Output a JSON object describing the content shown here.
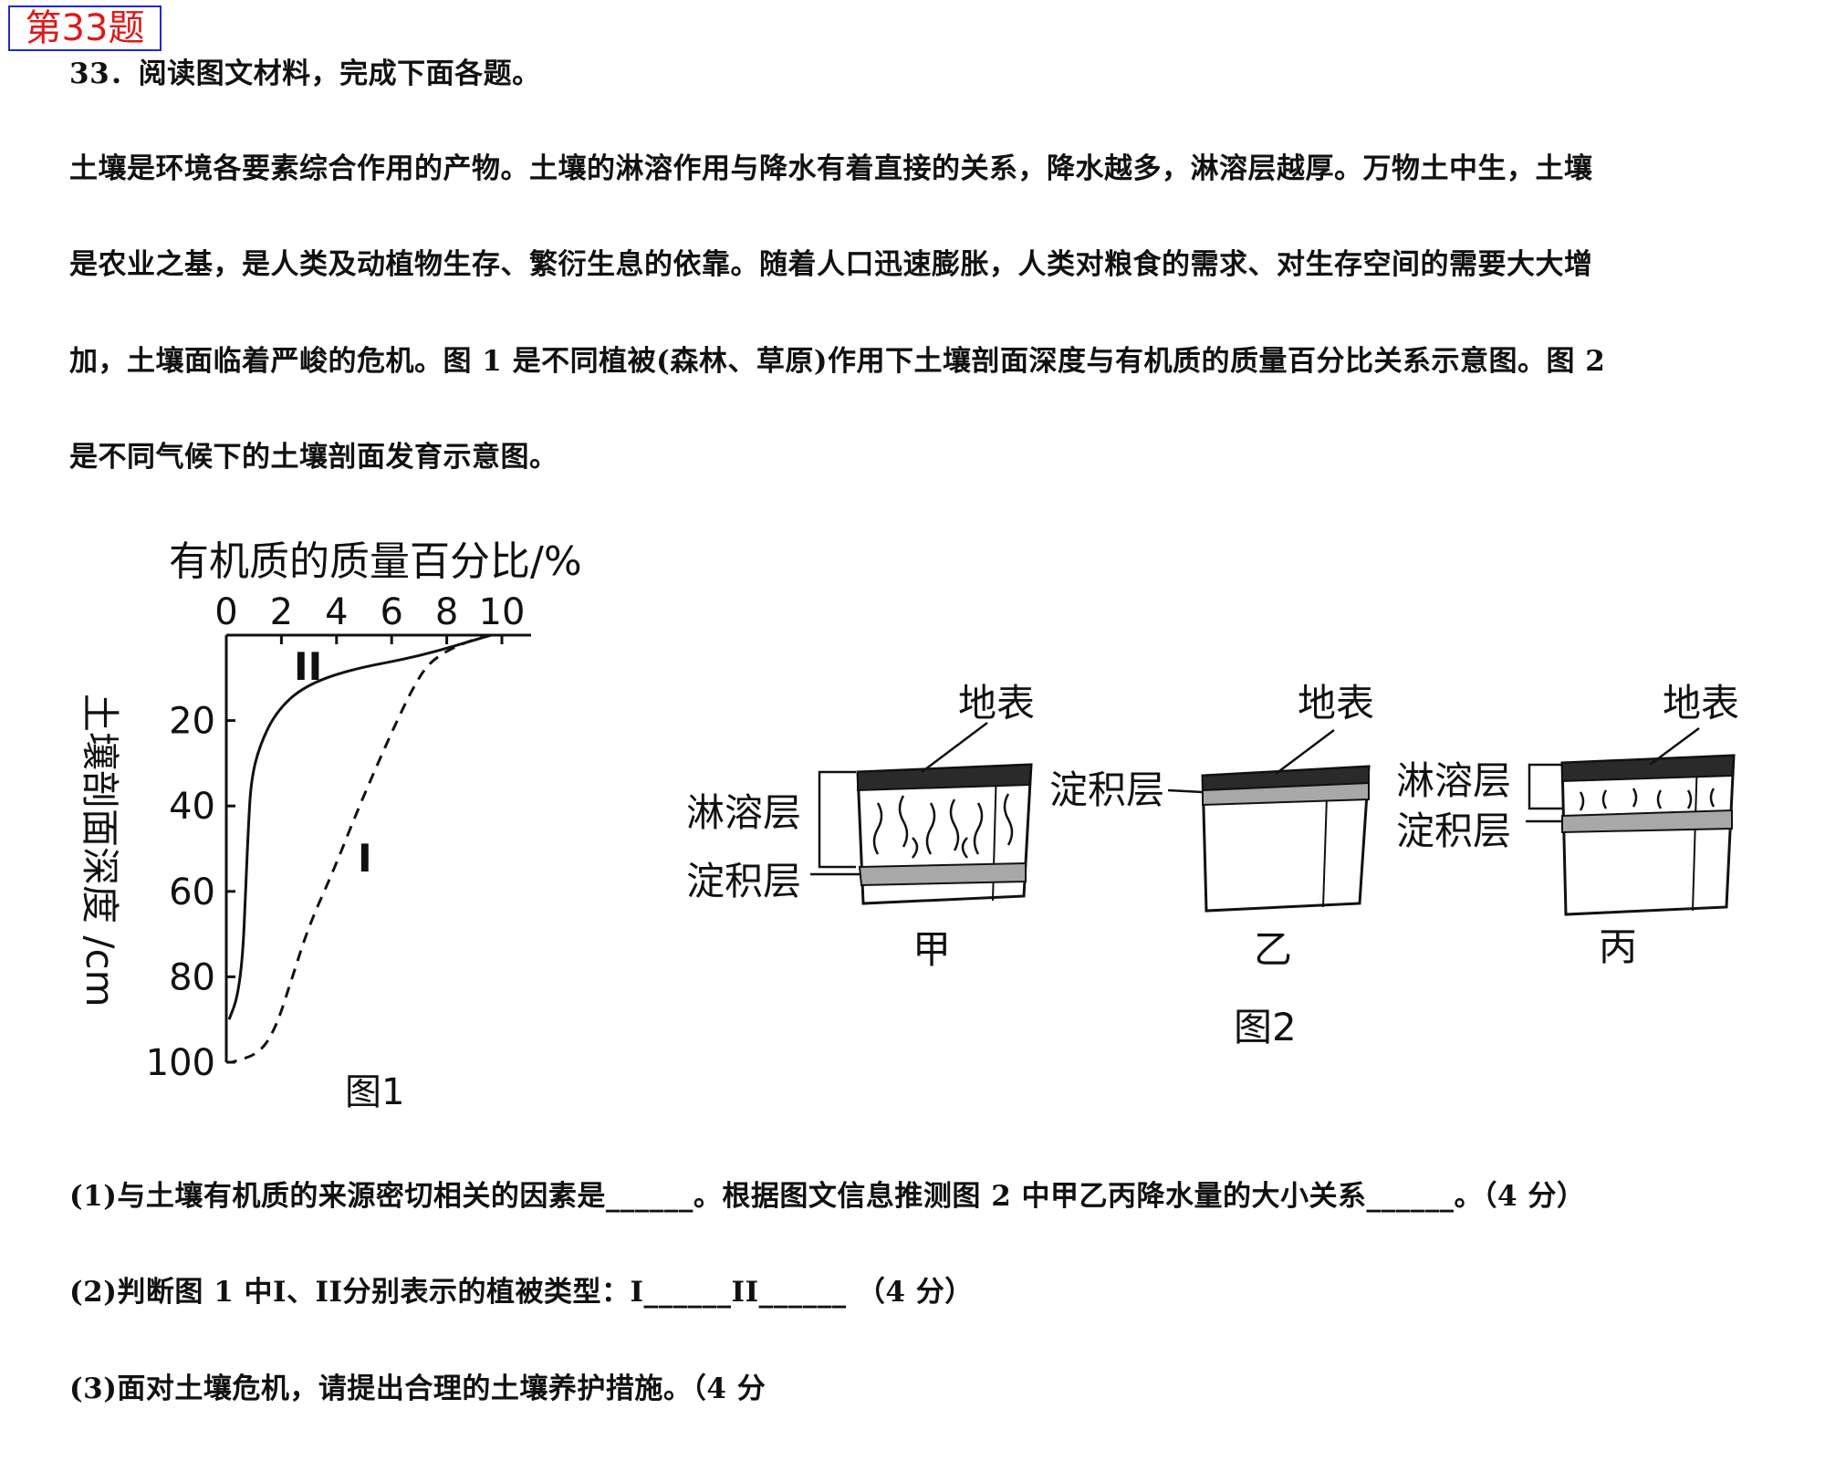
{
  "tag": "第33题",
  "question_title": "33．阅读图文材料，完成下面各题。",
  "passage": [
    "土壤是环境各要素综合作用的产物。土壤的淋溶作用与降水有着直接的关系，降水越多，淋溶层越厚。万物土中生，土壤",
    "是农业之基，是人类及动植物生存、繁衍生息的依靠。随着人口迅速膨胀，人类对粮食的需求、对生存空间的需要大大增",
    "加，土壤面临着严峻的危机。图 1 是不同植被(森林、草原)作用下土壤剖面深度与有机质的质量百分比关系示意图。图 2",
    "是不同气候下的土壤剖面发育示意图。"
  ],
  "questions": [
    "(1)与土壤有机质的来源密切相关的因素是______。根据图文信息推测图 2 中甲乙丙降水量的大小关系______。（4 分）",
    "(2)判断图 1 中I、II分别表示的植被类型：I______II______ （4 分）",
    "(3)面对土壤危机，请提出合理的土壤养护措施。（4 分"
  ],
  "chart_data": {
    "type": "line",
    "title": "图1",
    "xlabel": "有机质的质量百分比/%",
    "ylabel": "土壤剖面深度 /cm",
    "x_ticks": [
      "0",
      "2",
      "4",
      "6",
      "8",
      "10"
    ],
    "y_ticks": [
      "20",
      "40",
      "60",
      "80",
      "100"
    ],
    "xlim": [
      0,
      11
    ],
    "ylim": [
      0,
      100
    ],
    "series": [
      {
        "name": "I",
        "style": "dashed",
        "points": [
          [
            9.6,
            0
          ],
          [
            8.5,
            2
          ],
          [
            7.4,
            6
          ],
          [
            6.8,
            12
          ],
          [
            6.2,
            20
          ],
          [
            5.5,
            30
          ],
          [
            4.7,
            42
          ],
          [
            3.9,
            55
          ],
          [
            3.0,
            68
          ],
          [
            2.4,
            80
          ],
          [
            1.8,
            92
          ],
          [
            1.2,
            98
          ],
          [
            0.2,
            100
          ]
        ]
      },
      {
        "name": "II",
        "style": "solid",
        "points": [
          [
            9.6,
            0
          ],
          [
            7.0,
            5
          ],
          [
            4.5,
            8
          ],
          [
            2.8,
            12
          ],
          [
            1.8,
            18
          ],
          [
            1.2,
            26
          ],
          [
            0.9,
            34
          ],
          [
            0.8,
            45
          ],
          [
            0.7,
            60
          ],
          [
            0.6,
            75
          ],
          [
            0.4,
            85
          ],
          [
            0.1,
            90
          ]
        ]
      }
    ]
  },
  "figure2": {
    "title": "图2",
    "blocks": [
      {
        "name": "甲",
        "surface": "地表",
        "leach": "淋溶层",
        "deposit": "淀积层"
      },
      {
        "name": "乙",
        "surface": "地表",
        "deposit": "淀积层"
      },
      {
        "name": "丙",
        "surface": "地表",
        "leach": "淋溶层",
        "deposit": "淀积层"
      }
    ]
  }
}
